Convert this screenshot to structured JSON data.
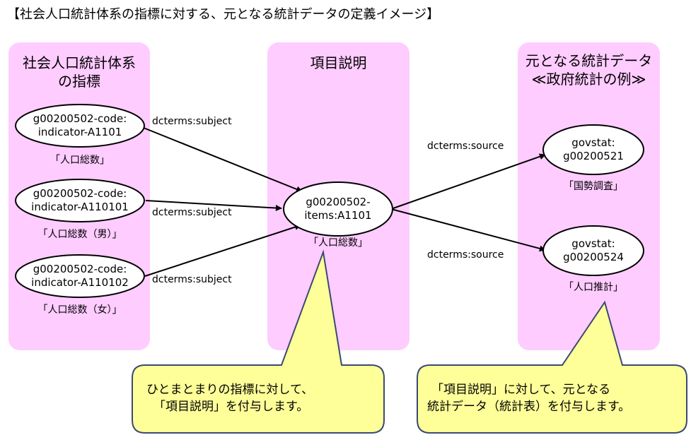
{
  "title": "【社会人口統計体系の指標に対する、元となる統計データの定義イメージ】",
  "columns": {
    "indicators": [
      "社会人口統計体系",
      "の指標"
    ],
    "items": [
      "項目説明"
    ],
    "sources": [
      "元となる統計データ",
      "≪政府統計の例≫"
    ]
  },
  "colors": {
    "column_fill": "#ffccff",
    "callout_fill": "#ffff99",
    "callout_stroke": "#3a4a73",
    "line": "#000000"
  },
  "nodes": {
    "ind1": {
      "line1": "g00200502-code:",
      "line2": "indicator-A1101",
      "caption": "「人口総数」"
    },
    "ind2": {
      "line1": "g00200502-code:",
      "line2": "indicator-A110101",
      "caption": "「人口総数（男）」"
    },
    "ind3": {
      "line1": "g00200502-code:",
      "line2": "indicator-A110102",
      "caption": "「人口総数（女）」"
    },
    "item": {
      "line1": "g00200502-",
      "line2": "items:A1101",
      "caption": "「人口総数」"
    },
    "src1": {
      "line1": "govstat:",
      "line2": "g00200521",
      "caption": "「国勢調査」"
    },
    "src2": {
      "line1": "govstat:",
      "line2": "g00200524",
      "caption": "「人口推計」"
    }
  },
  "edges": {
    "e1": "dcterms:subject",
    "e2": "dcterms:subject",
    "e3": "dcterms:subject",
    "e4": "dcterms:source",
    "e5": "dcterms:source"
  },
  "callouts": {
    "left": {
      "line1": "ひとまとまりの指標に対して、",
      "line2": "「項目説明」を付与します。"
    },
    "right": {
      "line1": "「項目説明」に対して、元となる",
      "line2": "統計データ（統計表）を付与します。"
    }
  }
}
